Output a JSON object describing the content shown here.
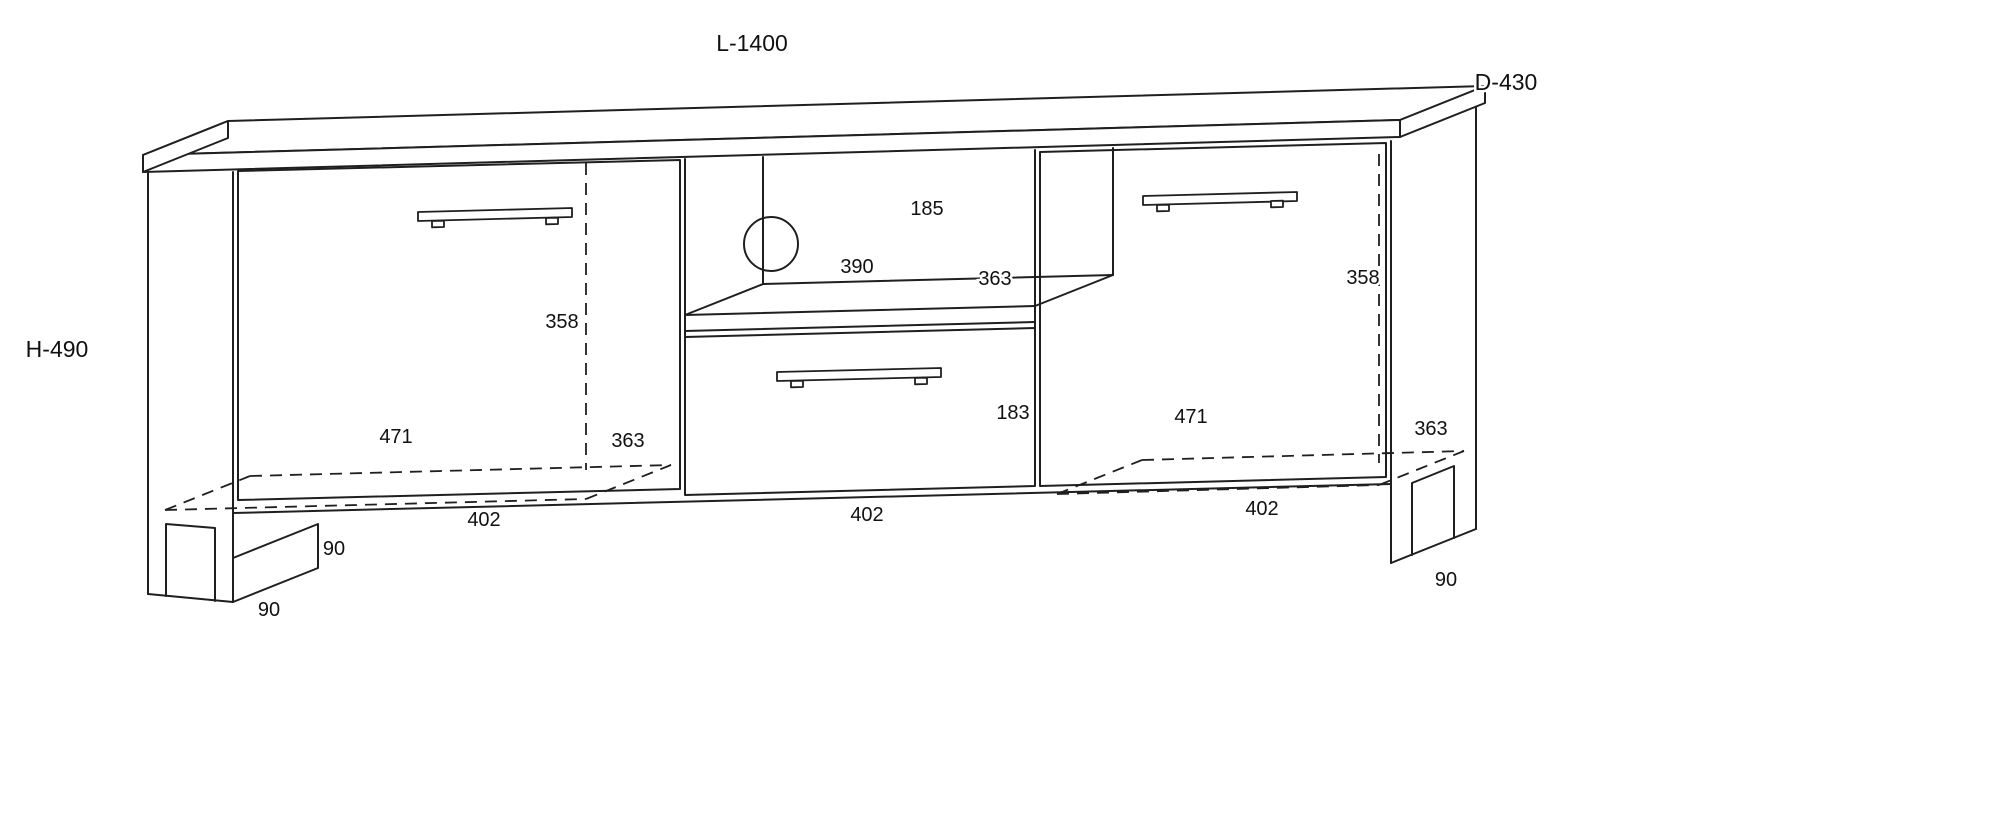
{
  "drawing": {
    "title": "tv-stand-dimension-drawing",
    "ink": "#1f1f1f",
    "background": "#ffffff",
    "overall": {
      "length": "L-1400",
      "depth": "D-430",
      "height": "H-490"
    },
    "dims": {
      "niche_height": "185",
      "niche_width": "390",
      "niche_depth": "363",
      "left_compartment_height": "358",
      "right_compartment_height": "358",
      "left_compartment_width": "471",
      "left_compartment_depth": "363",
      "drawer_compartment_height": "183",
      "right_compartment_width": "471",
      "right_compartment_depth": "363",
      "left_bottom_width": "402",
      "middle_bottom_width": "402",
      "right_bottom_width": "402",
      "left_foot_height": "90",
      "left_foot_depth": "90",
      "right_foot_height": "90"
    }
  }
}
